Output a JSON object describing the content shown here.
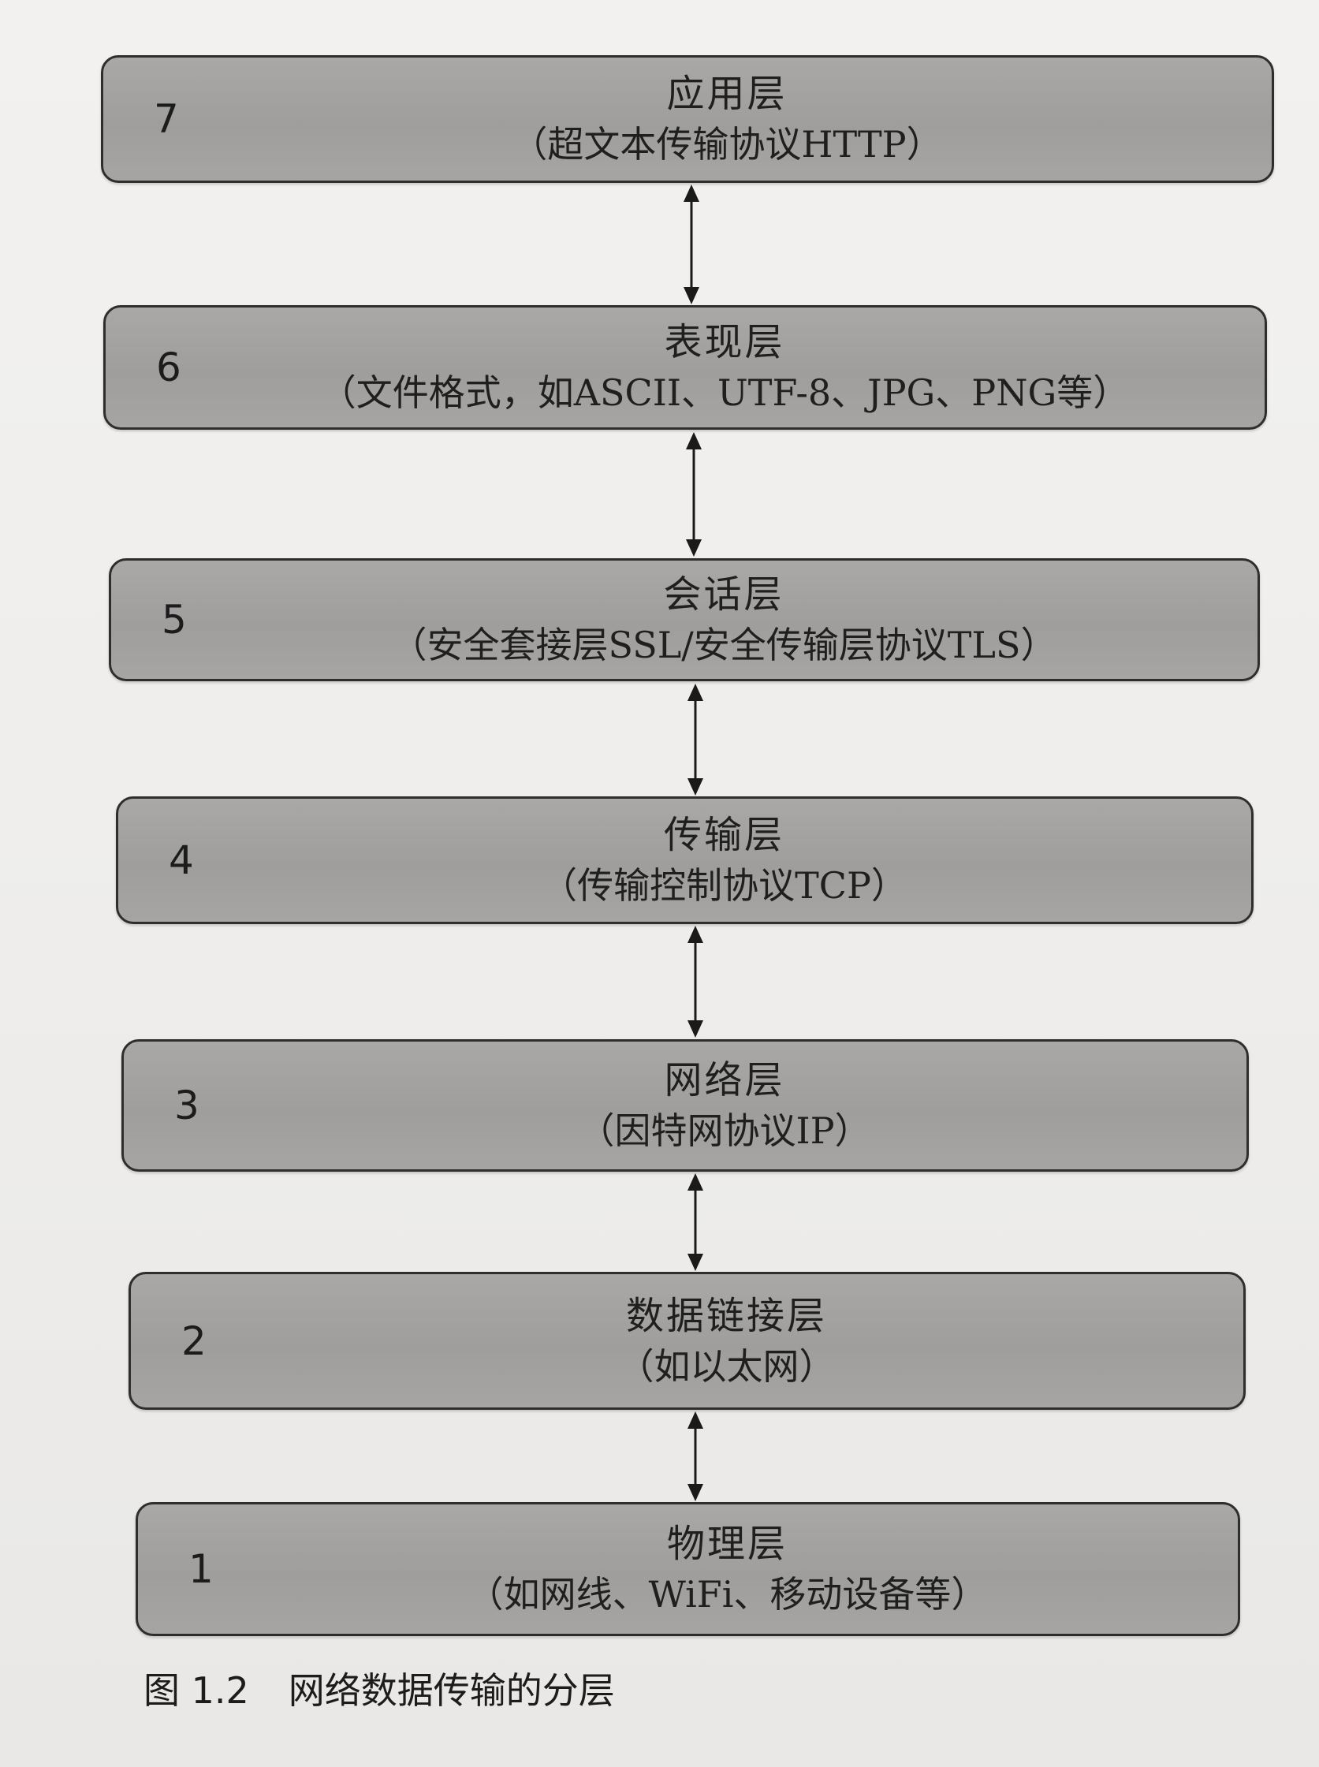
{
  "layers": [
    {
      "number": "7",
      "name": "应用层",
      "desc": "（超文本传输协议HTTP）"
    },
    {
      "number": "6",
      "name": "表现层",
      "desc": "（文件格式，如ASCII、UTF-8、JPG、PNG等）"
    },
    {
      "number": "5",
      "name": "会话层",
      "desc": "（安全套接层SSL/安全传输层协议TLS）"
    },
    {
      "number": "4",
      "name": "传输层",
      "desc": "（传输控制协议TCP）"
    },
    {
      "number": "3",
      "name": "网络层",
      "desc": "（因特网协议IP）"
    },
    {
      "number": "2",
      "name": "数据链接层",
      "desc": "（如以太网）"
    },
    {
      "number": "1",
      "name": "物理层",
      "desc": "（如网线、WiFi、移动设备等）"
    }
  ],
  "caption": {
    "label": "图 1.2",
    "text": "网络数据传输的分层"
  }
}
